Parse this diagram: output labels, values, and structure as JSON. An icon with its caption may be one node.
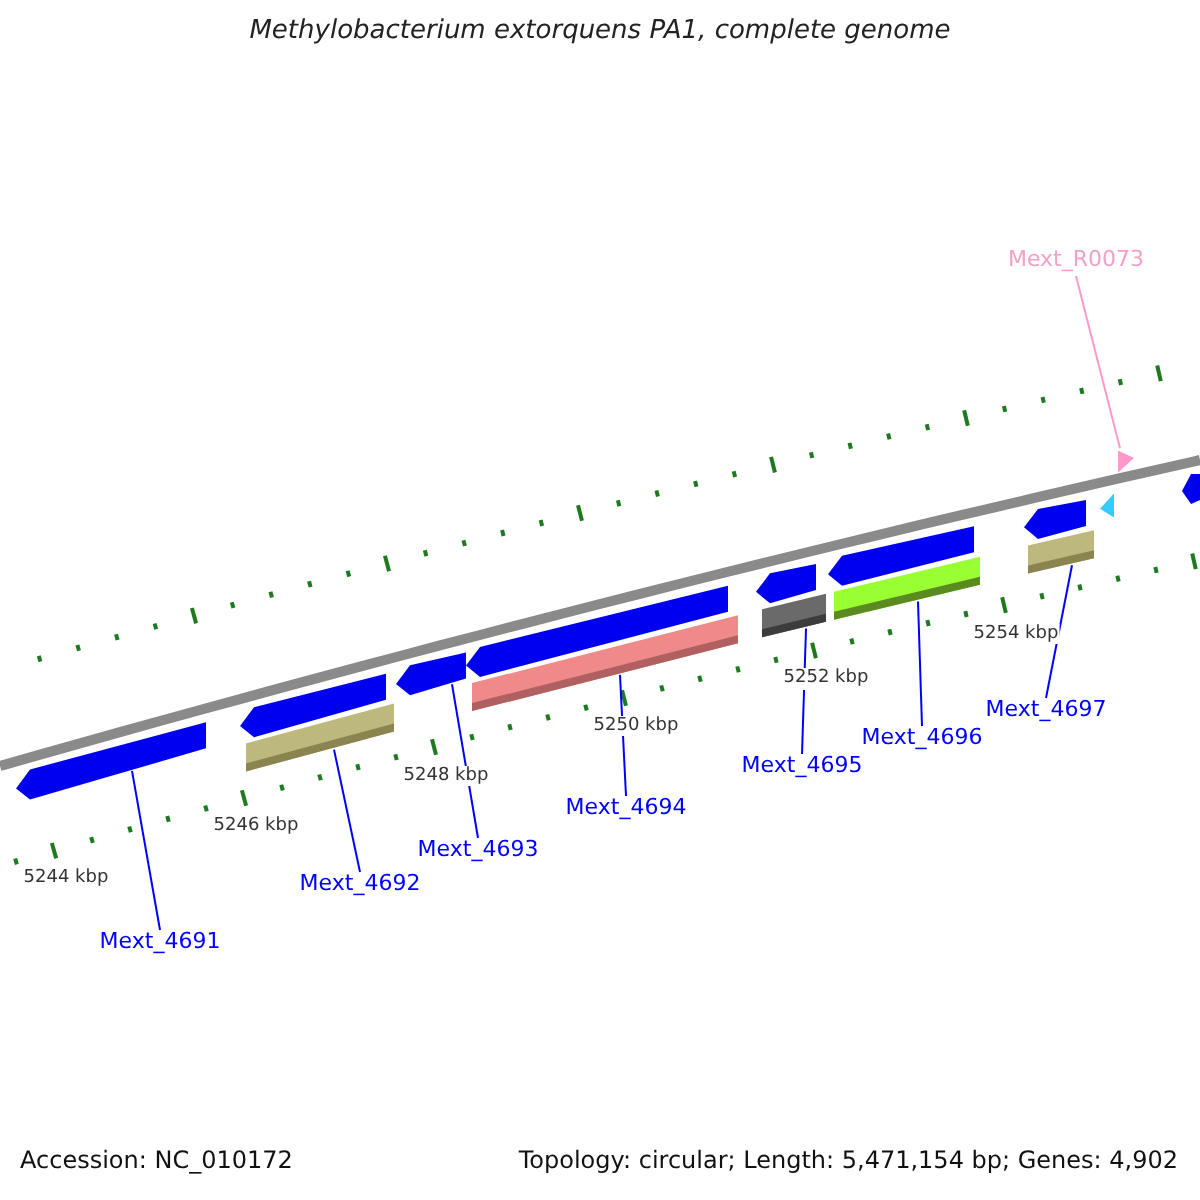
{
  "diagram": {
    "title": "Methylobacterium extorquens PA1, complete genome",
    "nodes": [
      {
        "text": [
          "Mext_R0073"
        ]
      },
      {
        "text": [
          "Mext_4691"
        ]
      },
      {
        "text": [
          "Mext_4692"
        ]
      },
      {
        "text": [
          "Mext_4693"
        ]
      },
      {
        "text": [
          "Mext_4694"
        ]
      },
      {
        "text": [
          "Mext_4695"
        ]
      },
      {
        "text": [
          "Mext_4696"
        ]
      },
      {
        "text": [
          "Mext_4697"
        ]
      },
      {
        "text": [],
        "shape": "arrow"
      },
      {
        "text": [],
        "shape": "arrow"
      },
      {
        "text": [],
        "shape": "bar"
      },
      {
        "text": [],
        "shape": "arrow"
      },
      {
        "text": [],
        "shape": "arrow"
      },
      {
        "text": [],
        "shape": "bar"
      },
      {
        "text": [],
        "shape": "arrow"
      },
      {
        "text": [],
        "shape": "bar"
      },
      {
        "text": [],
        "shape": "arrow"
      },
      {
        "text": [],
        "shape": "bar"
      },
      {
        "text": [],
        "shape": "arrow"
      },
      {
        "text": [],
        "shape": "bar"
      },
      {
        "text": [],
        "shape": "triangle"
      },
      {
        "text": [],
        "shape": "triangle"
      },
      {
        "text": [],
        "shape": "arrow"
      }
    ],
    "edges": [
      {
        "from": 0,
        "to": 20,
        "arrow": "none",
        "color": "#ff99cc"
      },
      {
        "from": 1,
        "to": 8,
        "arrow": "none"
      },
      {
        "from": 2,
        "to": 10,
        "arrow": "none"
      },
      {
        "from": 3,
        "to": 11,
        "arrow": "none"
      },
      {
        "from": 4,
        "to": 13,
        "arrow": "none"
      },
      {
        "from": 5,
        "to": 15,
        "arrow": "none"
      },
      {
        "from": 6,
        "to": 17,
        "arrow": "none"
      },
      {
        "from": 7,
        "to": 19,
        "arrow": "none"
      }
    ],
    "labels": [
      "5244 kbp",
      "5246 kbp",
      "5248 kbp",
      "5250 kbp",
      "5252 kbp",
      "5254 kbp",
      "Accession: NC_010172",
      "Topology: circular; Length: 5,471,154 bp; Genes: 4,902"
    ]
  }
}
